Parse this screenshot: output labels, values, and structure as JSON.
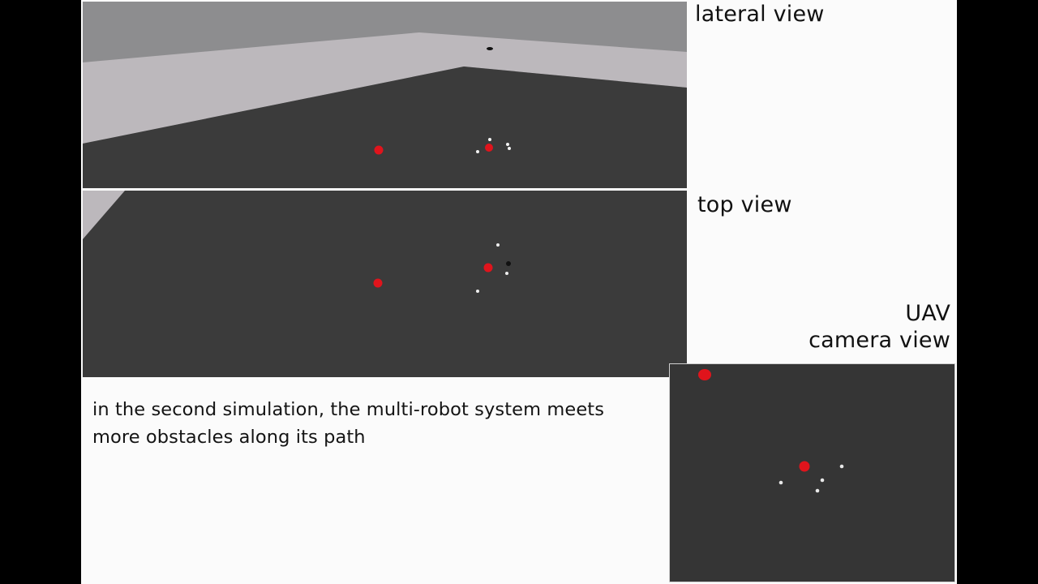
{
  "labels": {
    "lateral": "lateral view",
    "top": "top view",
    "uav_line1": "UAV",
    "uav_line2": "camera view"
  },
  "caption": {
    "line1": "in the second simulation, the multi-robot system meets",
    "line2": "more obstacles along its path"
  },
  "colors": {
    "floor": "#3a3a3a",
    "wall": "#b9b6ba",
    "sky": "#8e8e8e",
    "obstacle": "#e0141c",
    "robot": "#ffffff",
    "background": "#fbfbfb"
  }
}
